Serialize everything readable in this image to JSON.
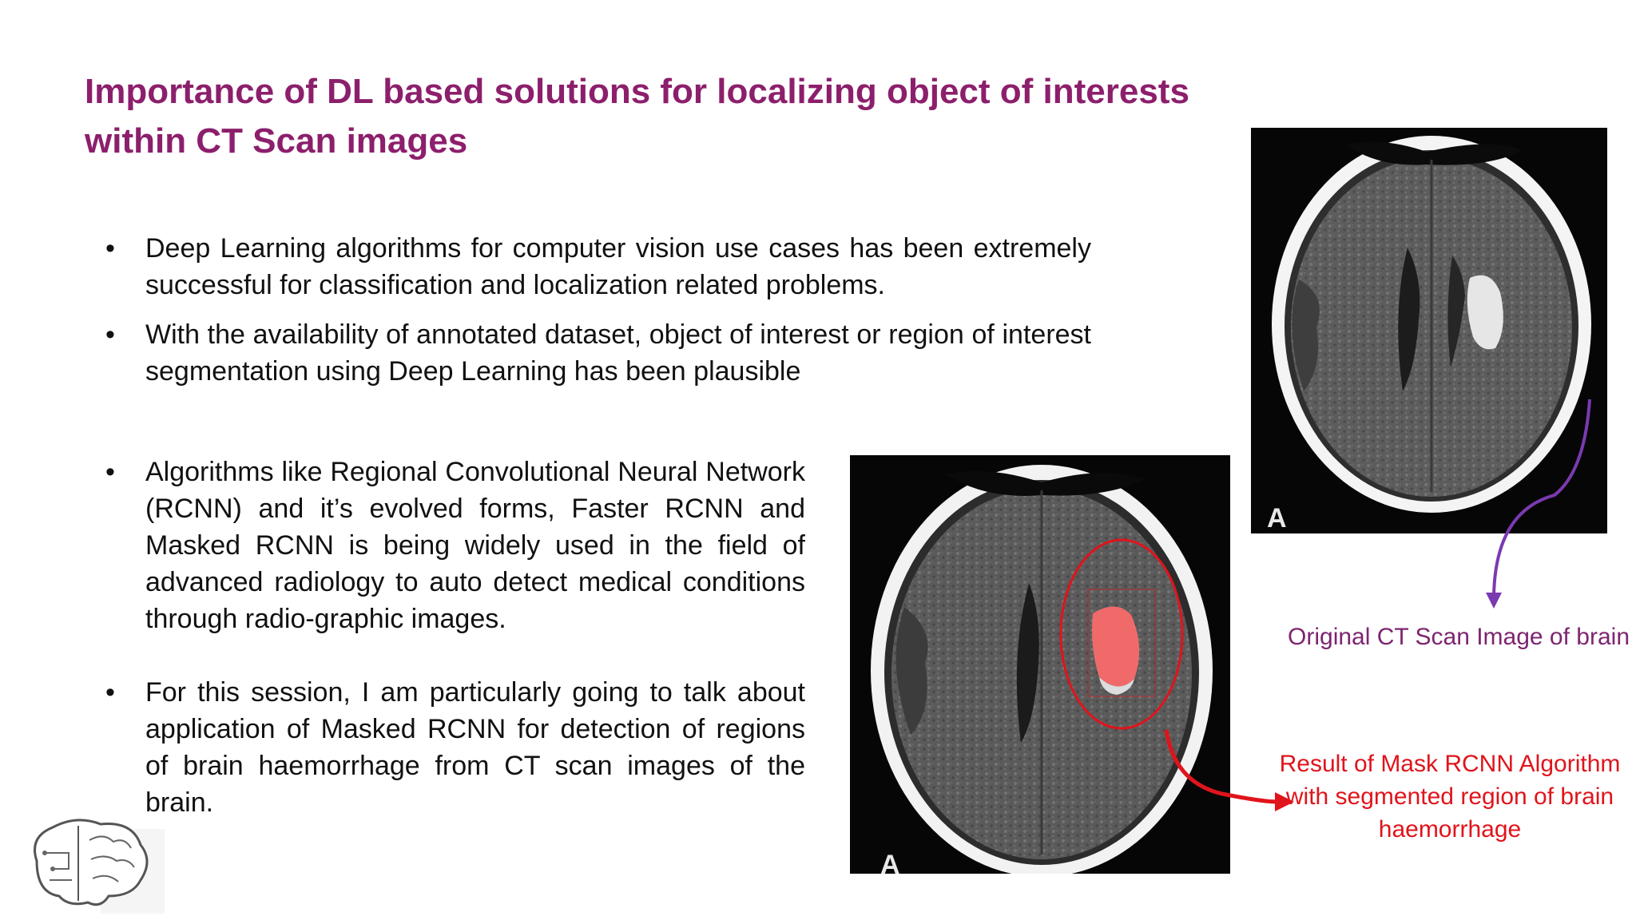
{
  "slide": {
    "title": "Importance of DL based solutions for localizing object of interests within CT Scan images",
    "bullet_symbol": "•",
    "bullets_top": [
      "Deep Learning algorithms for computer vision use cases has been extremely successful for classification and localization related problems.",
      "With the availability of annotated dataset, object of interest or region of interest segmentation using Deep Learning has been plausible"
    ],
    "bullets_bottom": [
      "Algorithms like Regional Convolutional Neural Network (RCNN) and it’s evolved forms, Faster RCNN and Masked RCNN is being widely used in the field of advanced radiology to auto detect medical conditions through radio-graphic images.",
      "For this session, I am particularly going to talk about application of Masked RCNN for detection of regions of brain haemorrhage from CT scan images of the brain."
    ]
  },
  "images": {
    "original": {
      "panel_label": "A",
      "caption": "Original CT Scan Image of brain"
    },
    "segmented": {
      "panel_label": "A",
      "caption": "Result of Mask RCNN Algorithm with segmented region of brain haemorrhage"
    }
  },
  "colors": {
    "title": "#8c1f6c",
    "original_caption": "#7d2570",
    "result_caption": "#e0141b",
    "purple_arrow": "#7a3ab0",
    "red_arrow": "#e0141b"
  },
  "icons": {
    "logo": "brain-circuit-icon"
  }
}
